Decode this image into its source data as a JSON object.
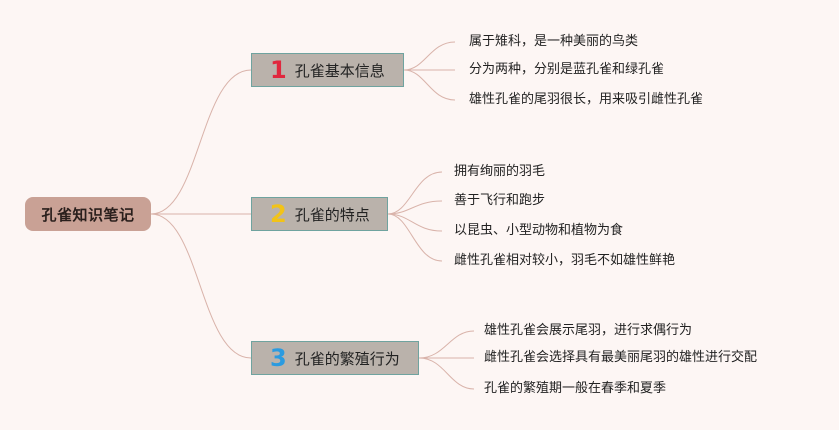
{
  "root": {
    "label": "孔雀知识笔记"
  },
  "branches": [
    {
      "number": "1",
      "number_color": "#e0283e",
      "label": "孔雀基本信息",
      "leaves": [
        "属于雉科，是一种美丽的鸟类",
        "分为两种，分别是蓝孔雀和绿孔雀",
        "雄性孔雀的尾羽很长，用来吸引雌性孔雀"
      ]
    },
    {
      "number": "2",
      "number_color": "#f2c318",
      "label": "孔雀的特点",
      "leaves": [
        "拥有绚丽的羽毛",
        "善于飞行和跑步",
        "以昆虫、小型动物和植物为食",
        "雌性孔雀相对较小，羽毛不如雄性鲜艳"
      ]
    },
    {
      "number": "3",
      "number_color": "#2b9be0",
      "label": "孔雀的繁殖行为",
      "leaves": [
        "雄性孔雀会展示尾羽，进行求偶行为",
        "雌性孔雀会选择具有最美丽尾羽的雄性进行交配",
        "孔雀的繁殖期一般在春季和夏季"
      ]
    }
  ],
  "colors": {
    "background": "#fdf6f4",
    "root_fill": "#c9a195",
    "branch_fill": "#bab2ab",
    "branch_border": "#6fa39f",
    "connector": "#d9b3aa"
  }
}
